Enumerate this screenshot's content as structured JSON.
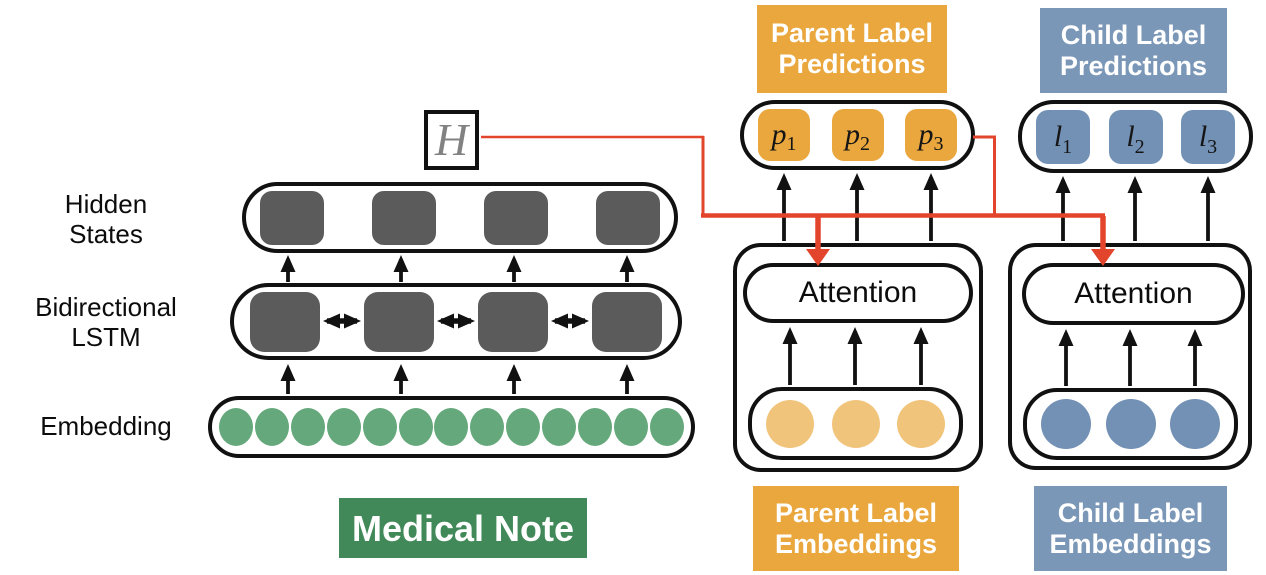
{
  "figure": {
    "encoder": {
      "row_labels": [
        {
          "lines": [
            "Hidden",
            "States"
          ]
        },
        {
          "lines": [
            "Bidirectional",
            "LSTM"
          ]
        },
        {
          "lines": [
            "Embedding"
          ]
        }
      ],
      "hidden_state_count": 4,
      "lstm_cell_count": 4,
      "embedding_dot_count": 13,
      "summary_symbol": "H",
      "source_label": "Medical Note"
    },
    "parent_branch": {
      "header_lines": [
        "Parent Label",
        "Predictions"
      ],
      "predictions": [
        {
          "base": "p",
          "sub": "1"
        },
        {
          "base": "p",
          "sub": "2"
        },
        {
          "base": "p",
          "sub": "3"
        }
      ],
      "attention_label": "Attention",
      "embedding_count": 3,
      "footer_lines": [
        "Parent Label",
        "Embeddings"
      ]
    },
    "child_branch": {
      "header_lines": [
        "Child Label",
        "Predictions"
      ],
      "predictions": [
        {
          "base": "l",
          "sub": "1"
        },
        {
          "base": "l",
          "sub": "2"
        },
        {
          "base": "l",
          "sub": "3"
        }
      ],
      "attention_label": "Attention",
      "embedding_count": 3,
      "footer_lines": [
        "Child Label",
        "Embeddings"
      ]
    }
  },
  "colors": {
    "orange": "#E9A73E",
    "orange-light": "#F1C47B",
    "blue": "#7B97B8",
    "blue-deep": "#7391B5",
    "green-dot": "#64A87B",
    "green-box": "#42895A",
    "gray-cell": "#5B5B5B",
    "red": "#E2452C",
    "ink": "#111111",
    "h-gray": "#828282"
  }
}
